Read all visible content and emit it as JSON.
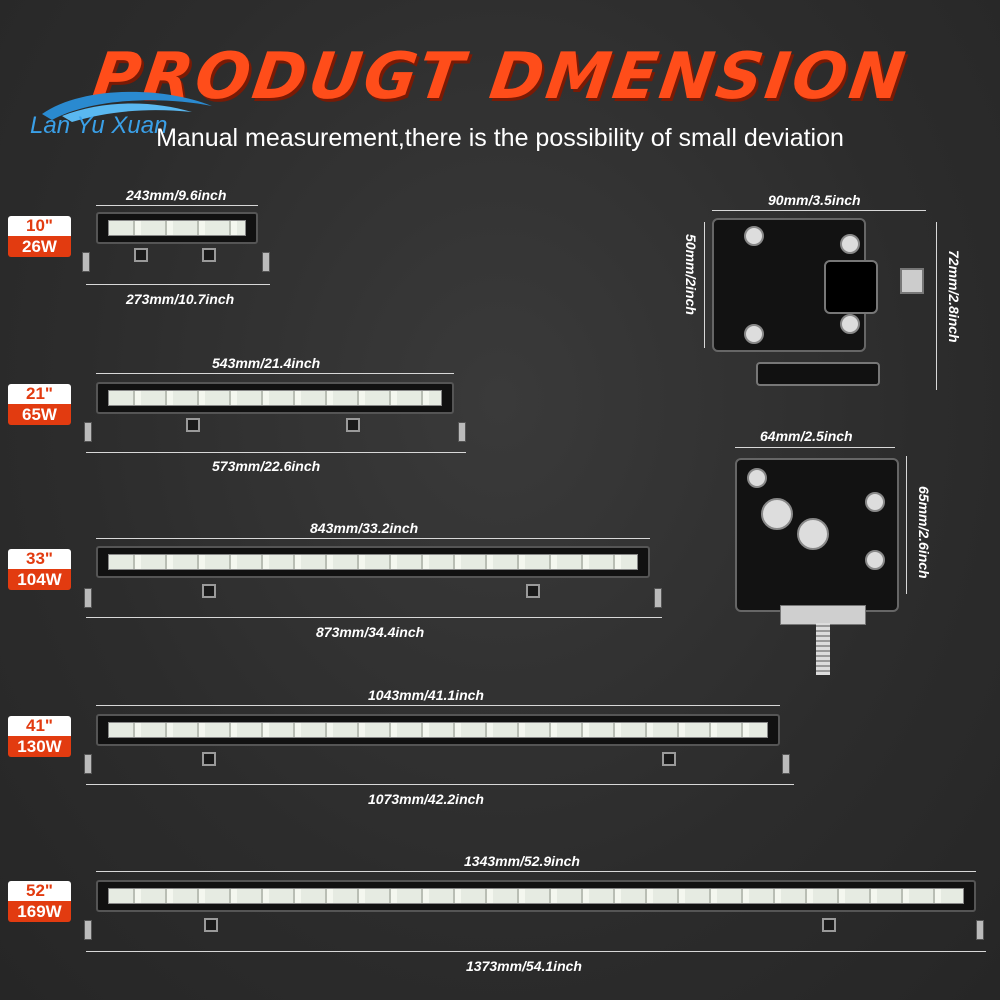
{
  "header": {
    "title": "PRODUGT DMENSION",
    "subtitle": "Manual measurement,there is the possibility of small deviation",
    "logo_text": "Lan Yu Xuan"
  },
  "products": [
    {
      "size": "10\"",
      "watt": "26W",
      "top_dim": "243mm/9.6inch",
      "bottom_dim": "273mm/10.7inch"
    },
    {
      "size": "21\"",
      "watt": "65W",
      "top_dim": "543mm/21.4inch",
      "bottom_dim": "573mm/22.6inch"
    },
    {
      "size": "33\"",
      "watt": "104W",
      "top_dim": "843mm/33.2inch",
      "bottom_dim": "873mm/34.4inch"
    },
    {
      "size": "41\"",
      "watt": "130W",
      "top_dim": "1043mm/41.1inch",
      "bottom_dim": "1073mm/42.2inch"
    },
    {
      "size": "52\"",
      "watt": "169W",
      "top_dim": "1343mm/52.9inch",
      "bottom_dim": "1373mm/54.1inch"
    }
  ],
  "side_view": {
    "width": "90mm/3.5inch",
    "height_left": "50mm/2inch",
    "height_right": "72mm/2.8inch"
  },
  "end_view": {
    "width": "64mm/2.5inch",
    "height": "65mm/2.6inch"
  },
  "colors": {
    "accent": "#ff4d1a",
    "badge_red": "#e23b10",
    "background": "#2c2c2c"
  }
}
